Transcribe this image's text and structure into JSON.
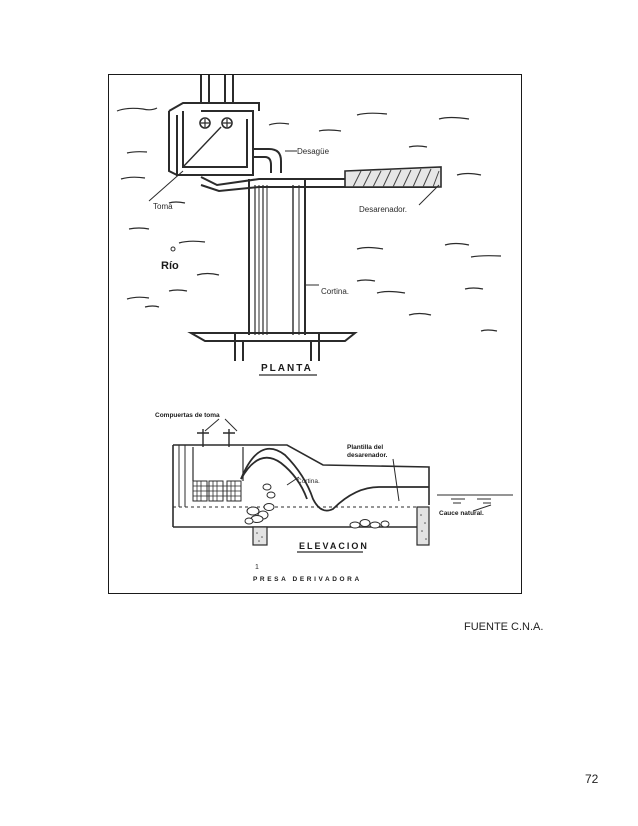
{
  "figure": {
    "planta": {
      "title": "PLANTA",
      "labels": {
        "toma": "Toma",
        "desague": "Desagüe",
        "desarenador": "Desarenador.",
        "rio": "Río",
        "cortina": "Cortina."
      }
    },
    "elevacion": {
      "title": "ELEVACION",
      "labels": {
        "compuertas": "Compuertas de toma",
        "plantilla": "Plantilla del",
        "desarenador": "desarenador.",
        "cortina": "Cortina.",
        "cauce": "Cauce natural."
      }
    },
    "caption_mark": "1",
    "caption": "PRESA DERIVADORA"
  },
  "source": "FUENTE C.N.A.",
  "page_number": "72"
}
